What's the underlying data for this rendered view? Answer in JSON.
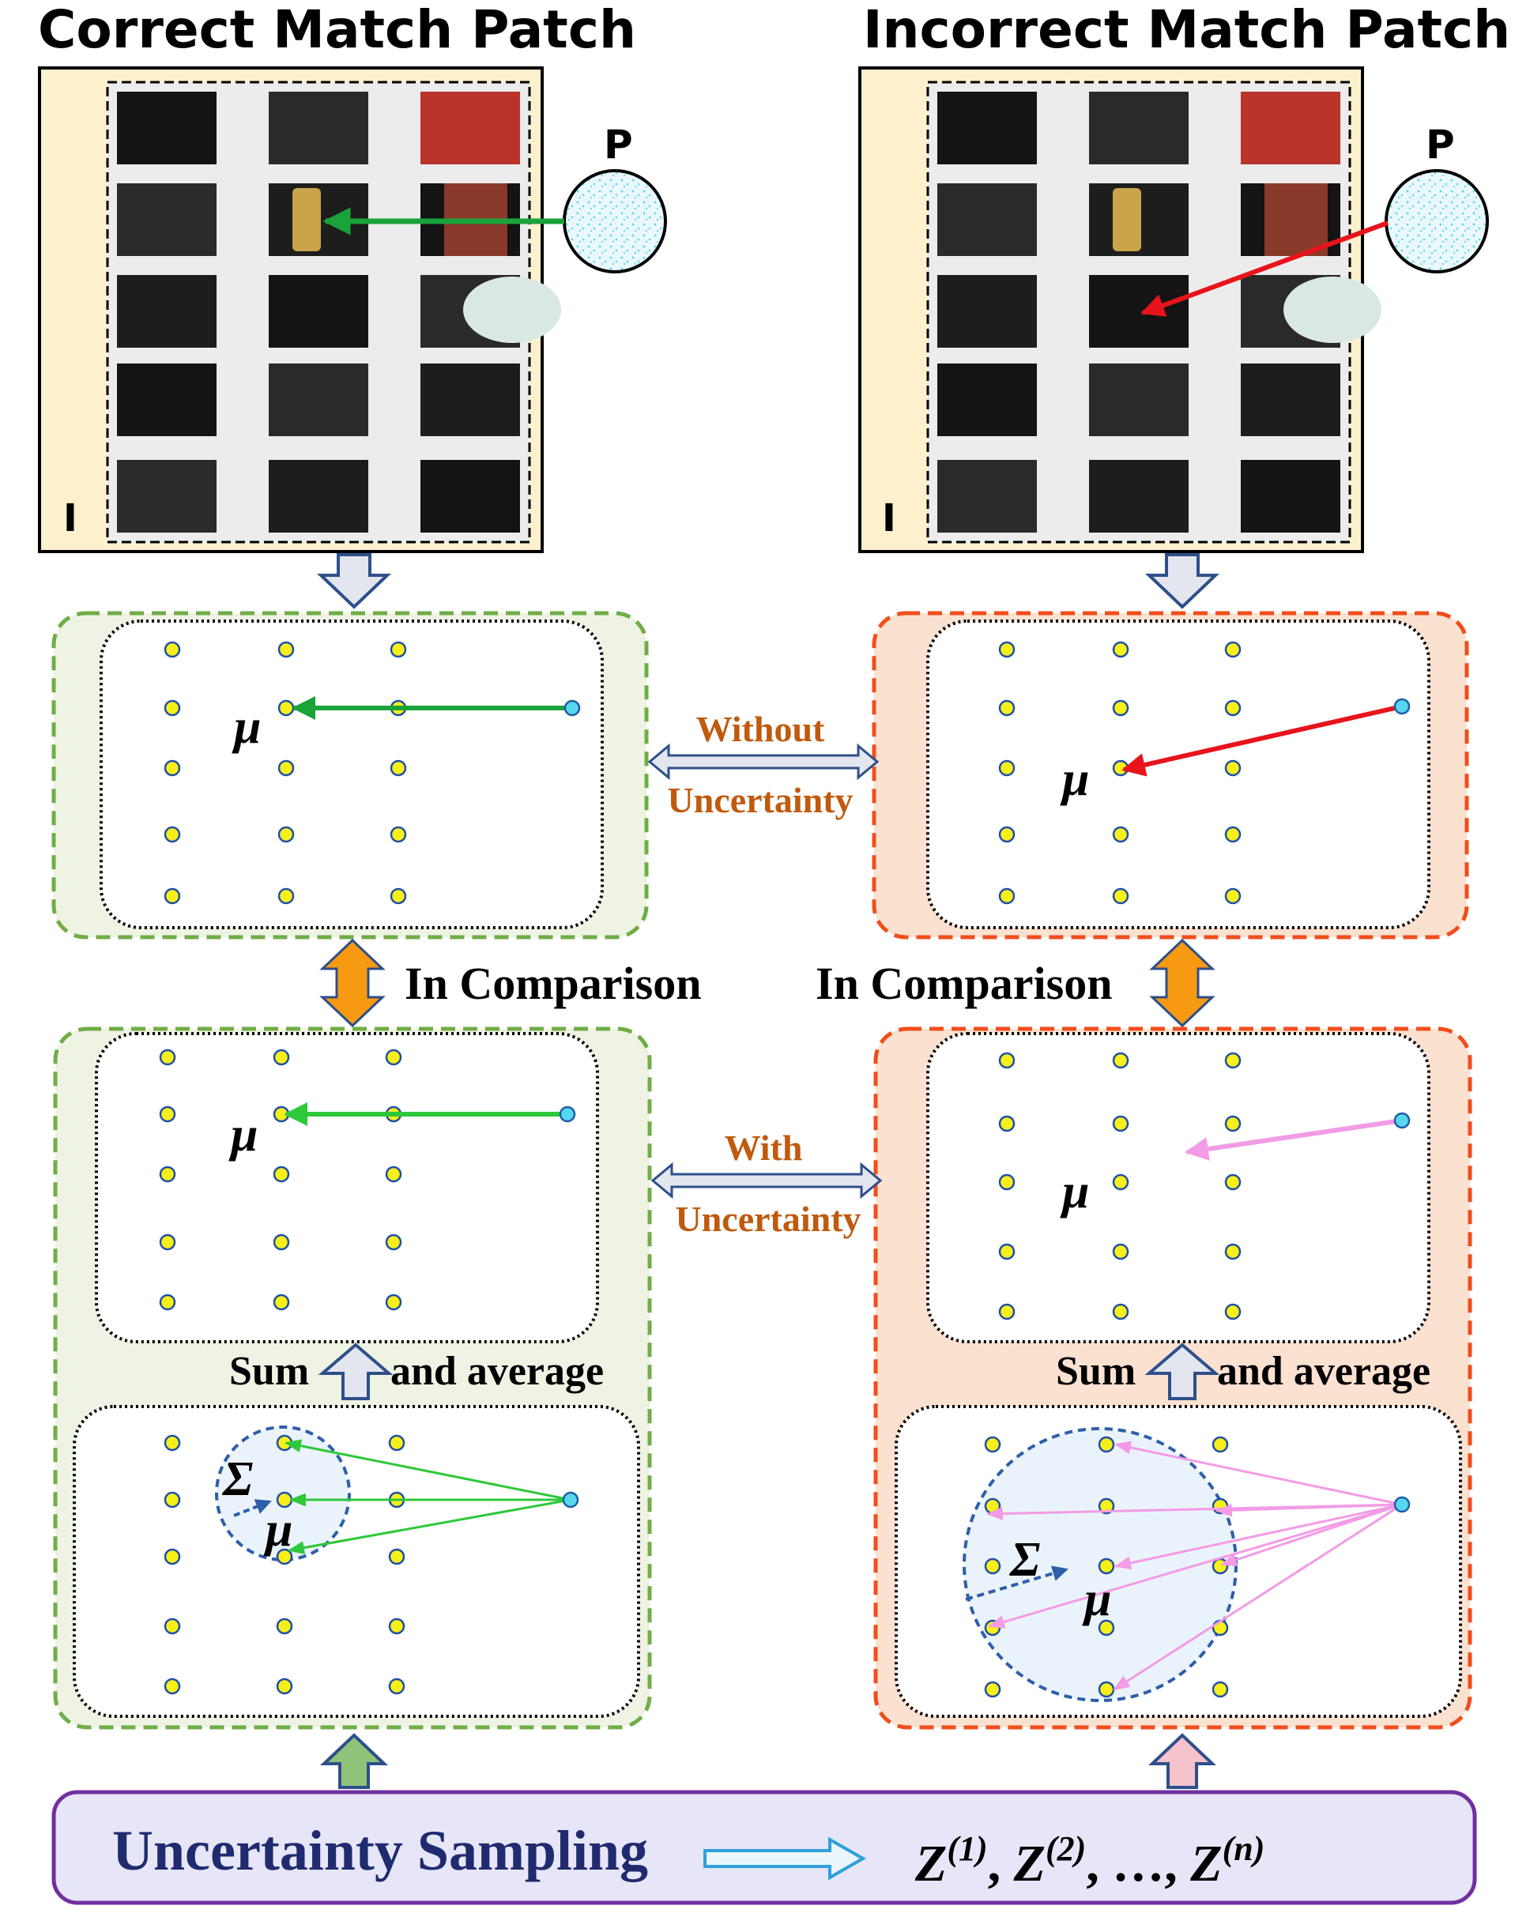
{
  "panels": {
    "correct_title": "Correct Match Patch",
    "incorrect_title": "Incorrect Match Patch",
    "image_label": "I",
    "point_label": "P"
  },
  "comparison": {
    "without_line1": "Without",
    "without_line2": "Uncertainty",
    "with_line1": "With",
    "with_line2": "Uncertainty",
    "in_comparison": "In Comparison"
  },
  "symbols": {
    "mu": "μ",
    "sigma": "Σ"
  },
  "aggregate": {
    "sum": "Sum",
    "and_average": "and average"
  },
  "sampling": {
    "label": "Uncertainty Sampling",
    "z1_base": "Z",
    "z1_sup": "(1)",
    "z2_base": "Z",
    "z2_sup": "(2)",
    "ellipsis": "…",
    "zn_base": "Z",
    "zn_sup": "(n)"
  },
  "colors": {
    "green_panel": "#eef3e3",
    "green_border": "#70ad47",
    "red_panel": "#fbe1d0",
    "red_border": "#f04e1c",
    "correct_arrow": "#1aa33a",
    "incorrect_arrow": "#e8141b",
    "uncertain_arrow": "#f39be6",
    "label_orange": "#c05a0e",
    "sampling_bg": "#e6e6f8",
    "sampling_border": "#7030a0",
    "sampling_text": "#1f2b6e",
    "yellow_dot": "#f7ef1a",
    "cyan_point": "#57d7ee",
    "orange_arrow": "#f79a12"
  }
}
